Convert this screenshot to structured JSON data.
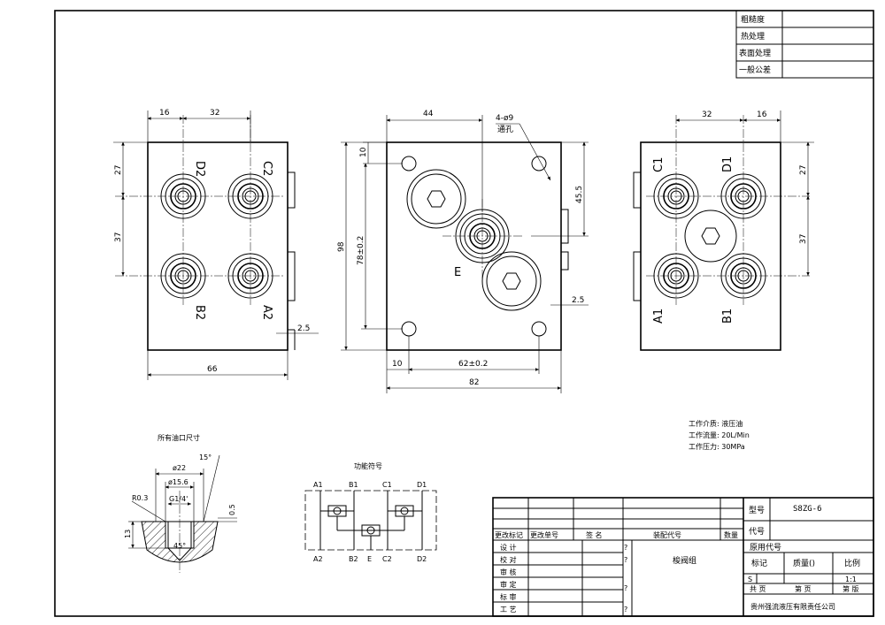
{
  "title_block": {
    "top_rows": [
      "粗糙度",
      "热处理",
      "表面处理",
      "一般公差"
    ],
    "model_label": "型号",
    "model_value": "S8ZG-6",
    "code_label": "代号",
    "change_headers": [
      "更改标记",
      "更改单号",
      "签 名",
      "装配代号",
      "数量"
    ],
    "sign_rows": [
      "设 计",
      "校 对",
      "审 核",
      "审 定",
      "标 审",
      "工 艺"
    ],
    "product_name": "梭阀组",
    "orig_code_label": "原用代号",
    "mark_label": "标记",
    "weight_label": "质量()",
    "scale_label": "比例",
    "mark_value": "S",
    "scale_value": "1:1",
    "sheet_total": "共 页",
    "sheet_no": "第 页",
    "sheet_ver": "第 版",
    "company": "贵州强流液压有限责任公司",
    "question_mark": "?"
  },
  "notes": {
    "medium": "工作介质: 液压油",
    "flow": "工作流量: 20L/Min",
    "pressure": "工作压力: 30MPa"
  },
  "left_view": {
    "ports": [
      "D2",
      "C2",
      "B2",
      "A2"
    ],
    "dims": [
      "16",
      "32",
      "27",
      "37",
      "66",
      "2.5"
    ]
  },
  "middle_view": {
    "dims": [
      "44",
      "4-ø9",
      "通孔",
      "10",
      "45.5",
      "98",
      "78±0.2",
      "10",
      "62±0.2",
      "82",
      "2.5"
    ],
    "port": "E"
  },
  "right_view": {
    "ports": [
      "C1",
      "D1",
      "A1",
      "B1"
    ],
    "dims": [
      "32",
      "16",
      "27",
      "37"
    ]
  },
  "port_detail": {
    "title": "所有油口尺寸",
    "dims": [
      "15°",
      "ø22",
      "ø15.6",
      "G1/4'",
      "R0.3",
      "0.5",
      "13",
      "45°"
    ]
  },
  "schematic": {
    "title": "功能符号",
    "top_labels": [
      "A1",
      "B1",
      "C1",
      "D1"
    ],
    "bottom_labels": [
      "A2",
      "B2",
      "E",
      "C2",
      "D2"
    ]
  }
}
